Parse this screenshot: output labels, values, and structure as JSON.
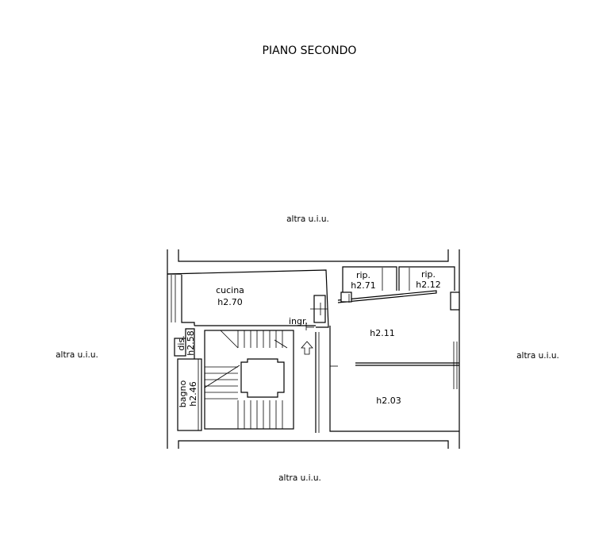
{
  "title": "PIANO SECONDO",
  "neighbors": {
    "top": "altra u.i.u.",
    "left": "altra u.i.u.",
    "right": "altra u.i.u.",
    "bottom": "altra u.i.u."
  },
  "rooms": {
    "cucina": {
      "name": "cucina",
      "height": "h2.70"
    },
    "rip1": {
      "name": "rip.",
      "height": "h2.71"
    },
    "rip2": {
      "name": "rip.",
      "height": "h2.12"
    },
    "ingresso": {
      "name": "ingr."
    },
    "room_a": {
      "height": "h2.11"
    },
    "room_b": {
      "height": "h2.03"
    },
    "dis": {
      "name": "dis.",
      "height": "h2.58"
    },
    "bagno": {
      "name": "bagno",
      "height": "h2.46"
    }
  }
}
